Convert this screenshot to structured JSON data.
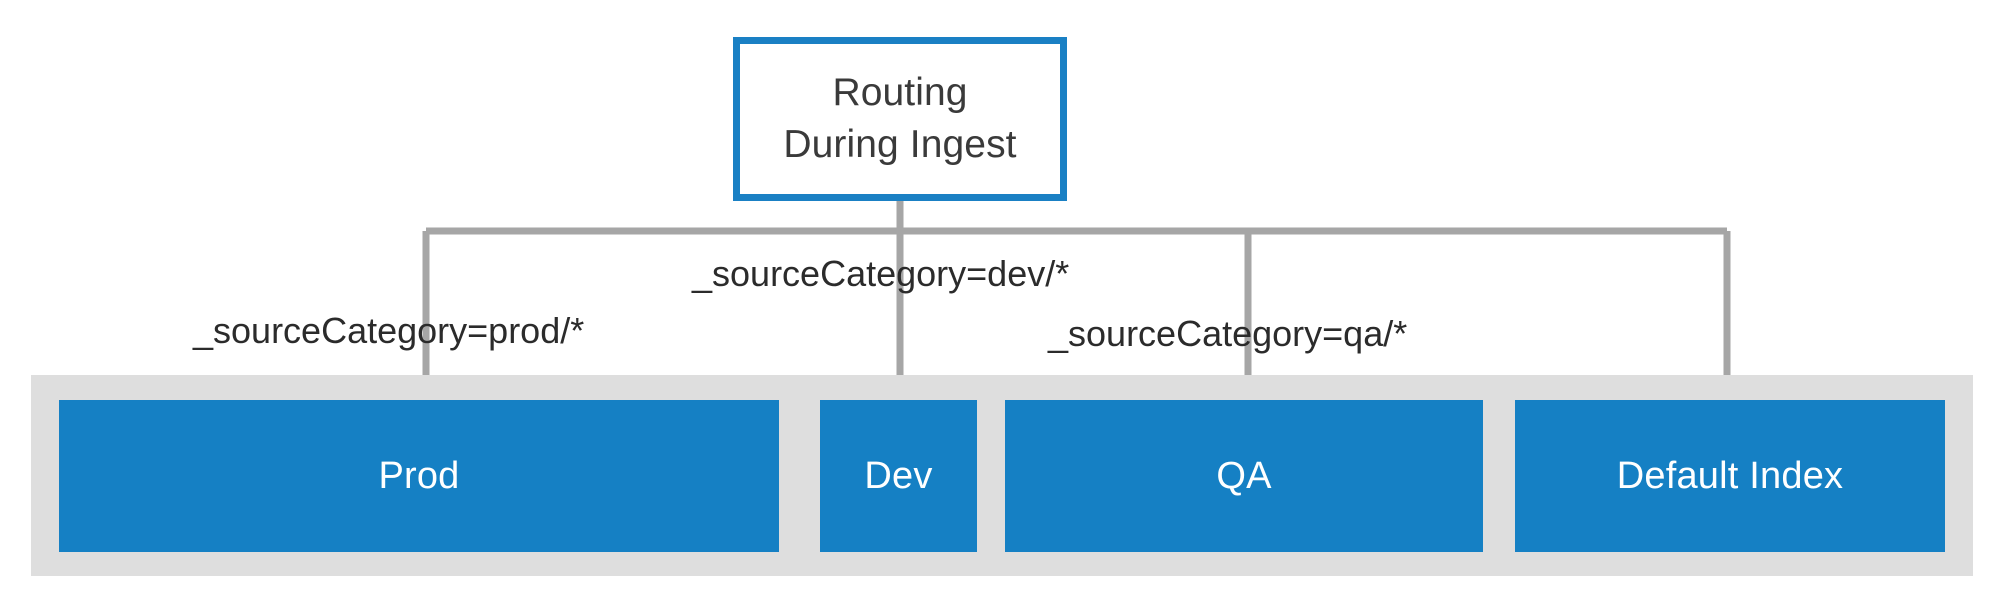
{
  "diagram": {
    "title": "Routing During Ingest",
    "type": "flow-diagram",
    "source_node": {
      "label_line_1": "Routing",
      "label_line_2": "During Ingest",
      "border_color": "#1a80c4",
      "fill_color": "#ffffff",
      "text_color": "#3a3a3a"
    },
    "edges": [
      {
        "id": "edge-prod",
        "label": "_sourceCategory=prod/*",
        "target": "Prod",
        "color": "#a6a6a6"
      },
      {
        "id": "edge-dev",
        "label": "_sourceCategory=dev/*",
        "target": "Dev",
        "color": "#a6a6a6"
      },
      {
        "id": "edge-qa",
        "label": "_sourceCategory=qa/*",
        "target": "QA",
        "color": "#a6a6a6"
      },
      {
        "id": "edge-default",
        "label": "",
        "target": "Default Index",
        "color": "#a6a6a6"
      }
    ],
    "destinations": {
      "band_color": "#dedede",
      "box_color": "#1580c4",
      "box_text_color": "#ffffff",
      "items": [
        {
          "id": "prod",
          "label": "Prod"
        },
        {
          "id": "dev",
          "label": "Dev"
        },
        {
          "id": "qa",
          "label": "QA"
        },
        {
          "id": "default-index",
          "label": "Default Index"
        }
      ]
    }
  }
}
